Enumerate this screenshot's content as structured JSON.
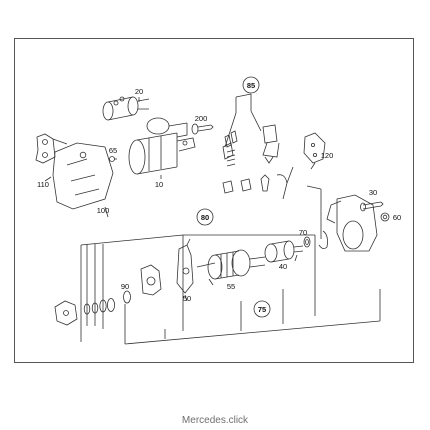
{
  "diagram": {
    "callouts": [
      "80",
      "75",
      "85"
    ],
    "labels": {
      "p10": "10",
      "p20": "20",
      "p30": "30",
      "p40": "40",
      "p50": "50",
      "p55": "55",
      "p60": "60",
      "p65": "65",
      "p70": "70",
      "p90": "90",
      "p100": "100",
      "p110": "110",
      "p120": "120",
      "p200": "200"
    }
  },
  "watermark": "Mercedes.click",
  "colors": {
    "line": "#333333",
    "frame": "#555555",
    "watermark": "#6f6f6f"
  }
}
